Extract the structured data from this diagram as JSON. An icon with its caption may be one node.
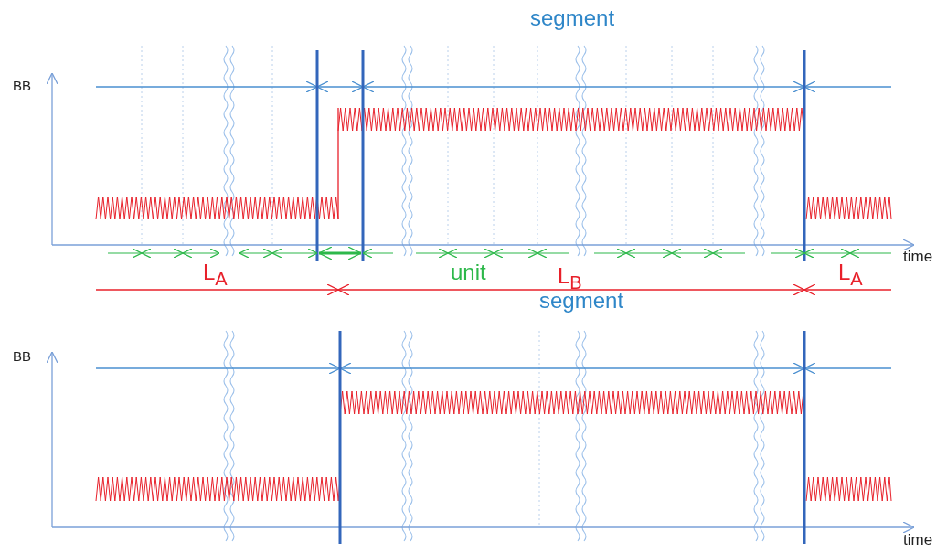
{
  "diagram": {
    "labels": [
      "segment",
      "BB",
      "time",
      "L$_{A}$",
      "unit",
      "L$_{B}$",
      "L$_{A}$",
      "segment",
      "BB",
      "time"
    ]
  }
}
